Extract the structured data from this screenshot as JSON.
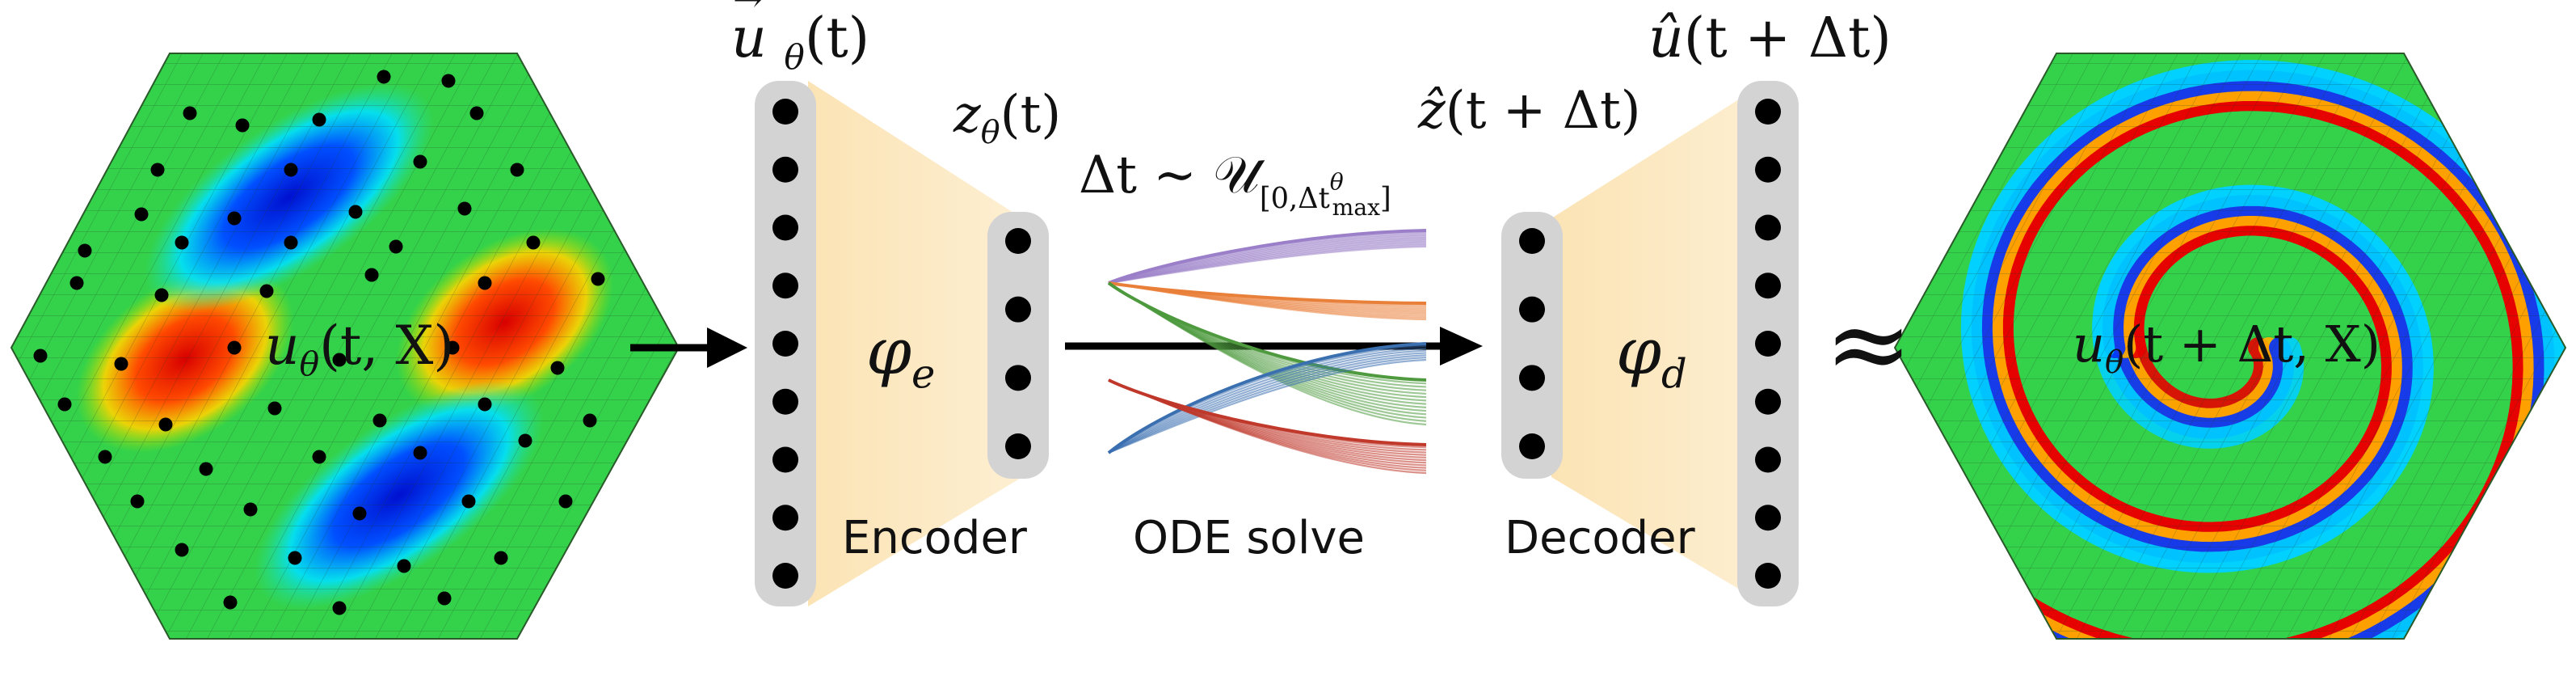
{
  "labels": {
    "u_vec": "u",
    "u_vec_sub": "θ",
    "u_vec_arg": "(t)",
    "z_base": "z",
    "z_sub": "θ",
    "z_arg": "(t)",
    "z_hat_base": "ẑ",
    "z_hat_arg": "(t + Δt)",
    "u_hat_base": "û",
    "u_hat_arg": "(t + Δt)",
    "dt_text": "Δt ∼ 𝒰",
    "dt_sub_open": "[0,Δt",
    "dt_sub_sup": "θ",
    "dt_sub_sub": "max",
    "dt_sub_close": "]",
    "field_in_base": "u",
    "field_in_sub": "θ",
    "field_in_arg": "(t, X)",
    "field_out_base": "u",
    "field_out_sub": "θ",
    "field_out_arg": "(t + Δt, X)",
    "phi_e_base": "φ",
    "phi_e_sub": "e",
    "phi_d_base": "φ",
    "phi_d_sub": "d",
    "encoder": "Encoder",
    "ode": "ODE solve",
    "decoder": "Decoder",
    "approx": "≈"
  },
  "colors": {
    "trapezoid_fill": "#fbe7bf",
    "pill_fill": "#d3d3d3",
    "node": "#000000",
    "traj_purple": "#9b7fc9",
    "traj_orange": "#e9803a",
    "traj_green": "#4f9a3f",
    "traj_blue": "#3a6fb0",
    "traj_red": "#c0392b",
    "field_background": "#34d24a"
  },
  "icons": {
    "arrow_in": "right-arrow-icon",
    "arrow_mid": "right-arrow-icon"
  }
}
